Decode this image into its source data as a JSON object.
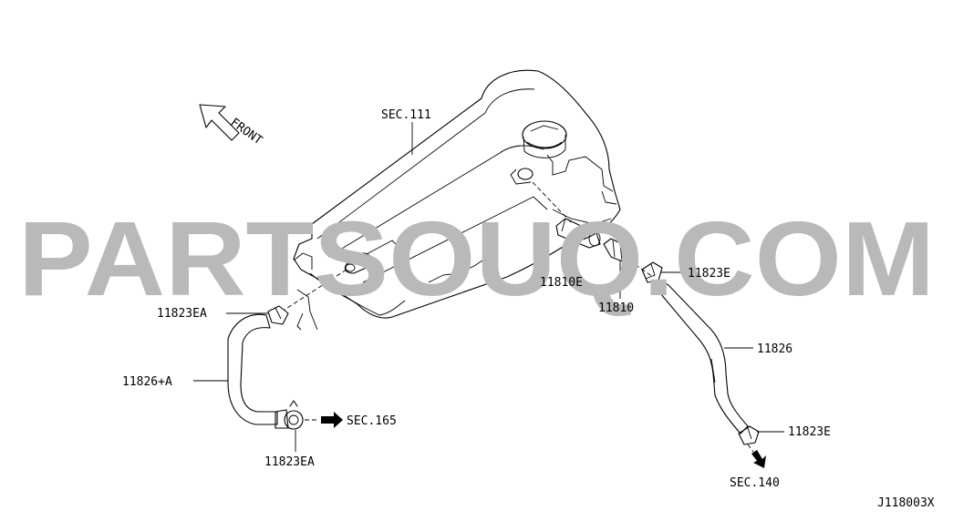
{
  "watermark": "PARTSOUQ.COM",
  "labels": {
    "front": "FRONT",
    "sec_111": "SEC.111",
    "part_11810e": "11810E",
    "part_11810": "11810",
    "part_11823e_upper": "11823E",
    "part_11826": "11826",
    "part_11823e_lower": "11823E",
    "sec_140": "SEC.140",
    "part_11823ea_upper": "11823EA",
    "part_11826a": "11826+A",
    "sec_165": "SEC.165",
    "part_11823ea_lower": "11823EA",
    "diagram_code": "J118003X"
  },
  "colors": {
    "line": "#000000",
    "watermark": "#b9b9b9",
    "background": "#ffffff"
  }
}
